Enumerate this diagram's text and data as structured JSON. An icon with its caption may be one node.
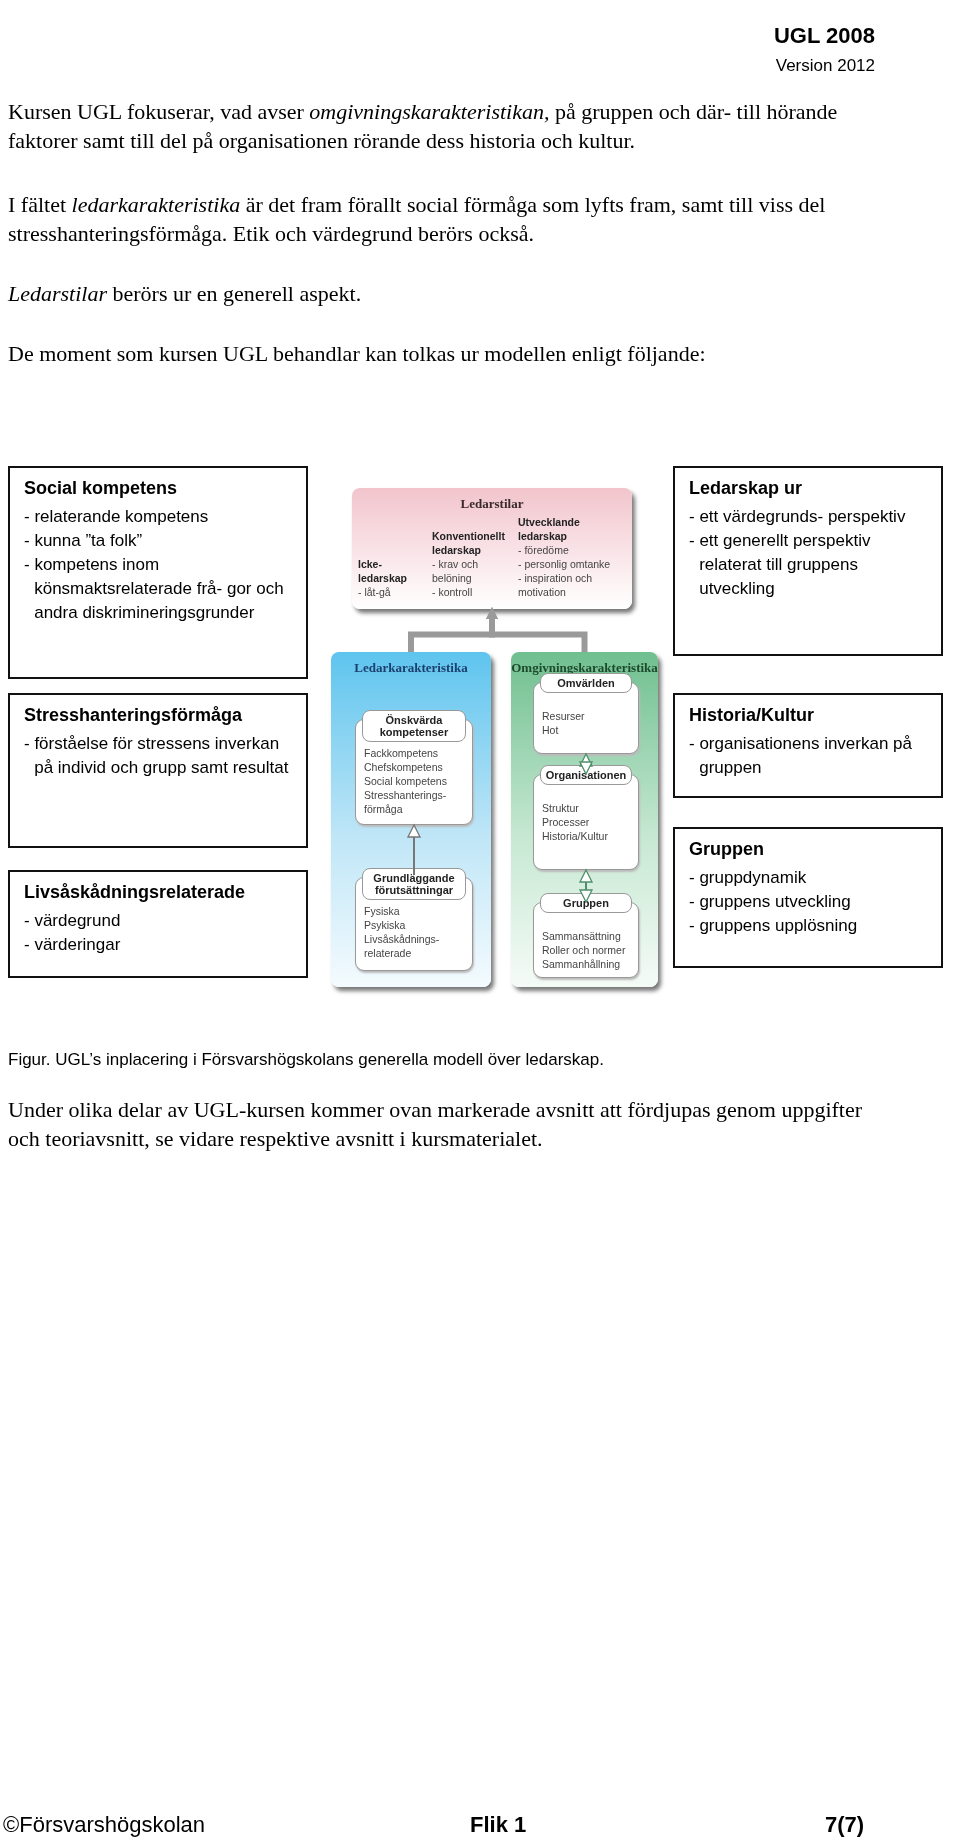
{
  "diagram": {
    "caption": "Figur. UGL’s inplacering i Försvarshögskolans generella modell över ledarskap.",
    "nodes": [
      {
        "text": [
          "Social kompetens",
          "- relaterande kompetens",
          "- kunna ”ta folk”",
          "- kompetens inom könsmaktsrelaterade frå- gor och andra diskrimineringsgrunder"
        ]
      },
      {
        "text": [
          "Stresshanteringsförmåga",
          "- förståelse för stressens inverkan på individ och grupp samt resultat"
        ]
      },
      {
        "text": [
          "Livsåskådningsrelaterade",
          "- värdegrund",
          "- värderingar"
        ]
      },
      {
        "text": [
          "Ledarstilar",
          "Icke-ledarskap",
          "- låt-gå",
          "Konventionellt ledarskap",
          "- krav och belöning",
          "- kontroll",
          "Utvecklande ledarskap",
          "- föredöme",
          "- personlig omtanke",
          "- inspiration och motivation"
        ]
      },
      {
        "text": [
          "Ledarkarakteristika"
        ]
      },
      {
        "text": [
          "Önskvärda kompetenser",
          "Fackkompetens",
          "Chefskompetens",
          "Social kompetens",
          "Stresshanterings- förmåga"
        ],
        "in": 4
      },
      {
        "text": [
          "Grundläggande förutsättningar",
          "Fysiska",
          "Psykiska",
          "Livsåskådnings- relaterade"
        ],
        "in": 4
      },
      {
        "text": [
          "Omgivningskarakteristika"
        ]
      },
      {
        "text": [
          "Omvärlden",
          "Resurser",
          "Hot"
        ],
        "in": 7
      },
      {
        "text": [
          "Organisationen",
          "Struktur",
          "Processer",
          "Historia/Kultur"
        ],
        "in": 7
      },
      {
        "text": [
          "Gruppen",
          "Sammansättning",
          "Roller och normer",
          "Sammanhållning"
        ],
        "in": 7
      },
      {
        "text": [
          "Ledarskap ur",
          "- ett värdegrunds- perspektiv",
          "- ett generellt perspektiv relaterat till gruppens utveckling"
        ]
      },
      {
        "text": [
          "Historia/Kultur",
          "- organisationens inverkan på gruppen"
        ]
      },
      {
        "text": [
          "Gruppen",
          "- gruppdynamik",
          "- gruppens utveckling",
          "- gruppens upplösning"
        ]
      }
    ],
    "edges": [
      {
        "from": 4,
        "to": 3,
        "arrow": "to",
        "style": "thick"
      },
      {
        "from": 7,
        "to": 3,
        "arrow": "to",
        "style": "thick"
      },
      {
        "from": 6,
        "to": 5,
        "arrow": "to"
      },
      {
        "from": 8,
        "to": 9,
        "arrow": "both",
        "color": "#4f8f6a"
      },
      {
        "from": 9,
        "to": 10,
        "arrow": "both",
        "color": "#4f8f6a"
      }
    ],
    "labels": [
      "UGL 2008",
      "Version 2012",
      "Kursen UGL fokuserar, vad avser *omgivningskarakteristikan,* på gruppen och där- till hörande faktorer samt till del på organisationen rörande dess historia och kultur.",
      "I fältet *ledarkarakteristika* är det fram förallt social förmåga som lyfts fram, samt till viss del stresshanteringsförmåga. Etik och värdegrund berörs också.",
      "*Ledarstilar* berörs ur en generell aspekt.",
      "De moment som kursen UGL behandlar kan tolkas ur modellen enligt följande:",
      "Under olika delar av UGL-kursen kommer ovan markerade avsnitt att fördjupas genom uppgifter och teoriavsnitt, se vidare respektive avsnitt i kursmaterialet.",
      "©Försvarshögskolan",
      "Flik 1",
      "7(7)"
    ]
  }
}
